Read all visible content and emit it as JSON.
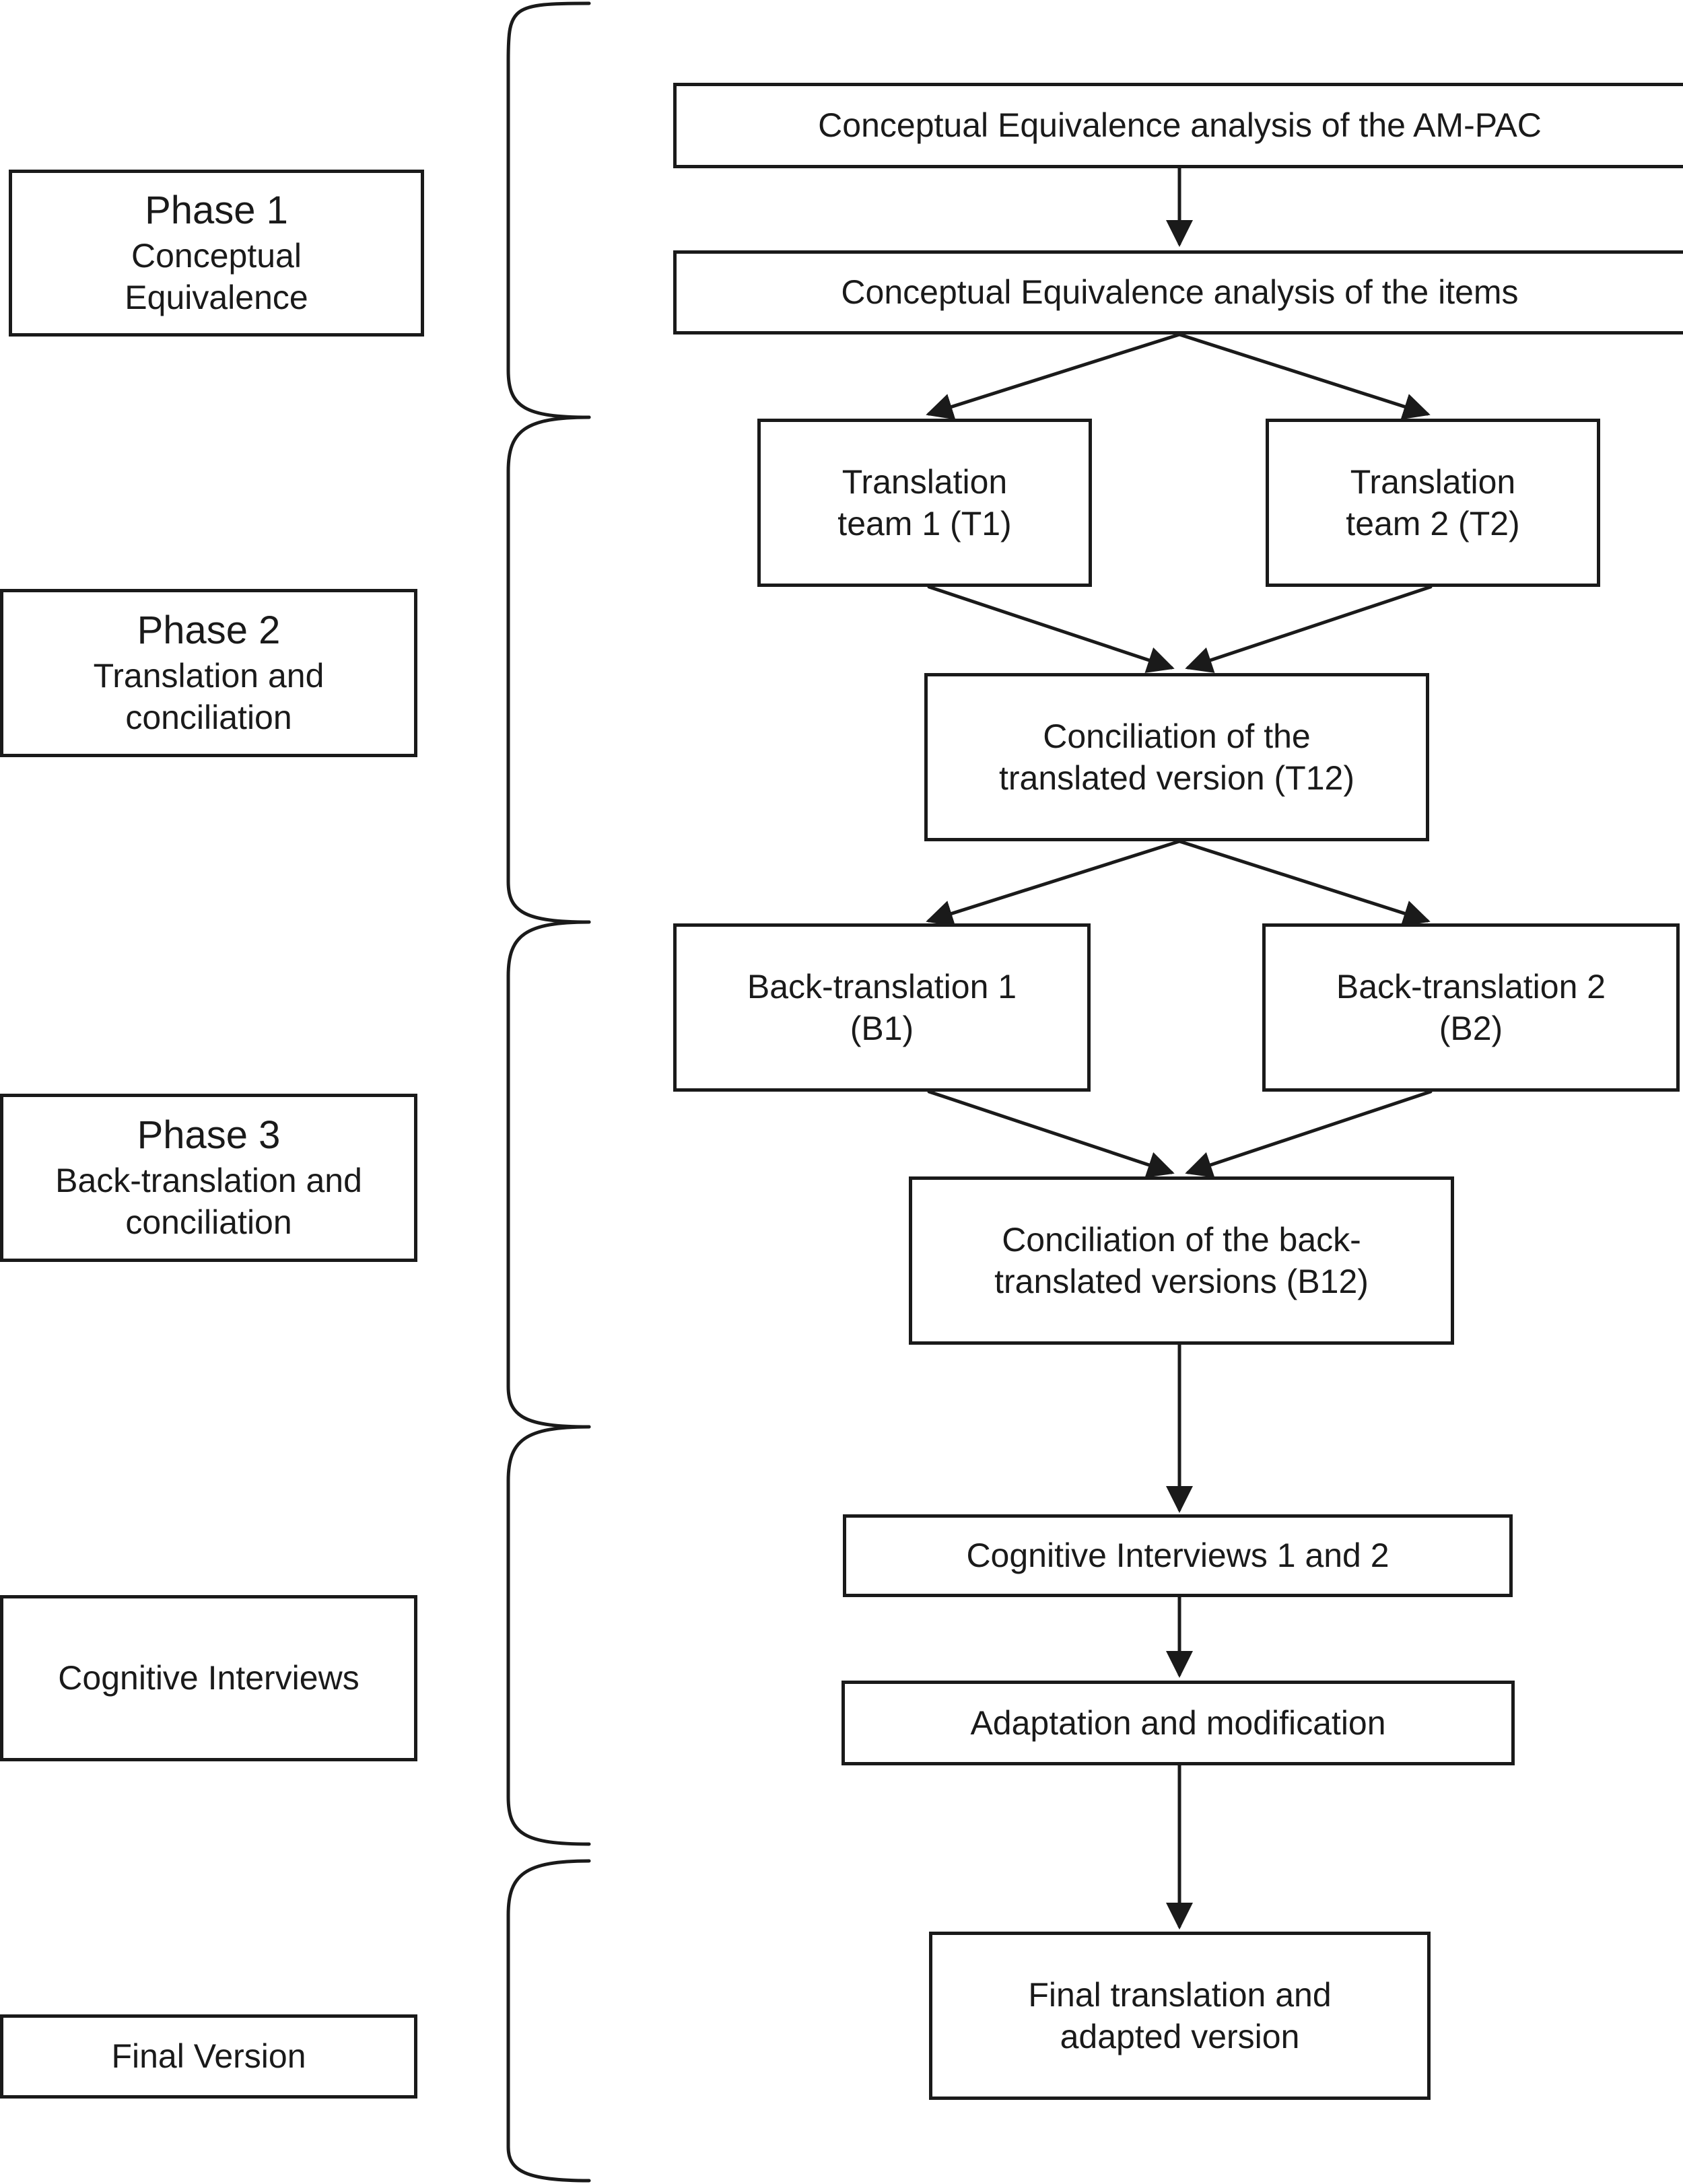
{
  "phases": [
    {
      "title": "Phase 1",
      "lines": [
        "Conceptual",
        "Equivalence"
      ]
    },
    {
      "title": "Phase 2",
      "lines": [
        "Translation and",
        "conciliation"
      ]
    },
    {
      "title": "Phase 3",
      "lines": [
        "Back-translation and",
        "conciliation"
      ]
    },
    {
      "title": "",
      "lines": [
        "Cognitive Interviews"
      ]
    },
    {
      "title": "",
      "lines": [
        "Final Version"
      ]
    }
  ],
  "flow": {
    "conceptual_instrument": [
      "Conceptual Equivalence analysis of the AM-PAC"
    ],
    "conceptual_items": [
      "Conceptual Equivalence analysis of the items"
    ],
    "translation_team_1": [
      "Translation",
      "team 1 (T1)"
    ],
    "translation_team_2": [
      "Translation",
      "team 2 (T2)"
    ],
    "conciliation_t12": [
      "Conciliation of the",
      "translated version (T12)"
    ],
    "back_translation_1": [
      "Back-translation 1",
      "(B1)"
    ],
    "back_translation_2": [
      "Back-translation 2",
      "(B2)"
    ],
    "conciliation_b12": [
      "Conciliation of the back-",
      "translated versions (B12)"
    ],
    "cognitive_interviews": [
      "Cognitive Interviews 1 and 2"
    ],
    "adaptation": [
      "Adaptation and modification"
    ],
    "final_version": [
      "Final translation and",
      "adapted version"
    ]
  }
}
